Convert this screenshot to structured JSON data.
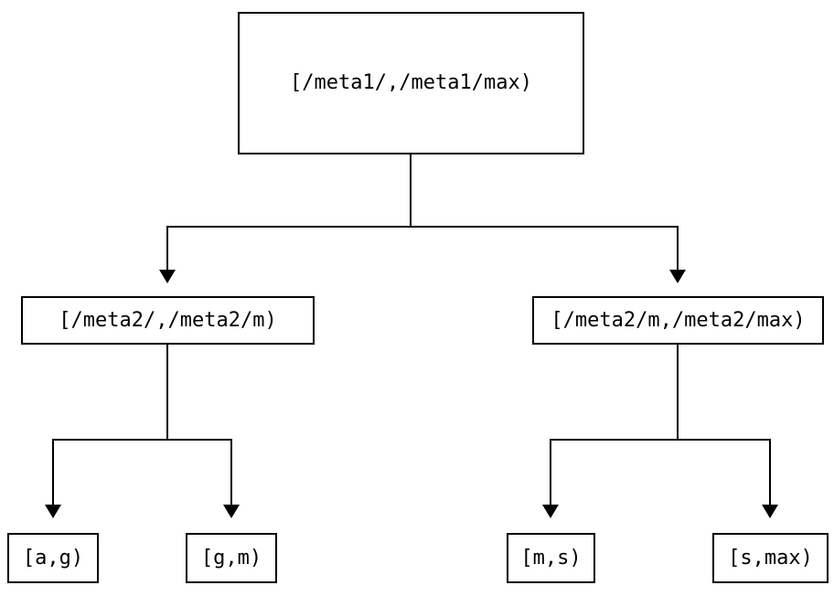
{
  "diagram": {
    "type": "tree",
    "colors": {
      "background": "#ffffff",
      "node_fill": "#ffffff",
      "node_border": "#000000",
      "line": "#000000",
      "text": "#000000"
    },
    "nodes": {
      "root": {
        "label": "[/meta1/,/meta1/max)"
      },
      "left_child": {
        "label": "[/meta2/,/meta2/m)"
      },
      "right_child": {
        "label": "[/meta2/m,/meta2/max)"
      },
      "leaf_a_g": {
        "label": "[a,g)"
      },
      "leaf_g_m": {
        "label": "[g,m)"
      },
      "leaf_m_s": {
        "label": "[m,s)"
      },
      "leaf_s_max": {
        "label": "[s,max)"
      }
    },
    "edges": [
      {
        "from": "root",
        "to": "left_child"
      },
      {
        "from": "root",
        "to": "right_child"
      },
      {
        "from": "left_child",
        "to": "leaf_a_g"
      },
      {
        "from": "left_child",
        "to": "leaf_g_m"
      },
      {
        "from": "right_child",
        "to": "leaf_m_s"
      },
      {
        "from": "right_child",
        "to": "leaf_s_max"
      }
    ]
  }
}
